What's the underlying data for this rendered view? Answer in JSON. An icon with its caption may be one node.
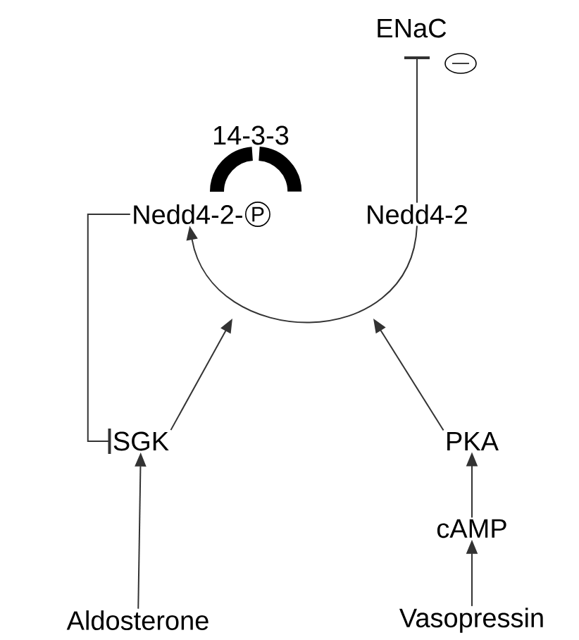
{
  "diagram": {
    "nodes": [
      {
        "text": [
          "ENaC"
        ]
      },
      {
        "text": [
          "14-3-3"
        ]
      },
      {
        "text": [
          "Nedd4-2-",
          "P"
        ]
      },
      {
        "text": [
          "Nedd4-2"
        ]
      },
      {
        "text": [
          "SGK"
        ]
      },
      {
        "text": [
          "PKA"
        ]
      },
      {
        "text": [
          "cAMP"
        ]
      },
      {
        "text": [
          "Aldosterone"
        ]
      },
      {
        "text": [
          "Vasopressin"
        ]
      }
    ],
    "edges": [
      {
        "from": 3,
        "to": 0,
        "arrow": "other"
      },
      {
        "from": 3,
        "to": 2,
        "arrow": "to"
      },
      {
        "from": 4,
        "to": null,
        "arrow": "to"
      },
      {
        "from": 5,
        "to": null,
        "arrow": "to"
      },
      {
        "from": 2,
        "to": 4,
        "arrow": "other"
      },
      {
        "from": 7,
        "to": 4,
        "arrow": "to"
      },
      {
        "from": 8,
        "to": 6,
        "arrow": "to"
      },
      {
        "from": 6,
        "to": 5,
        "arrow": "to"
      }
    ]
  }
}
